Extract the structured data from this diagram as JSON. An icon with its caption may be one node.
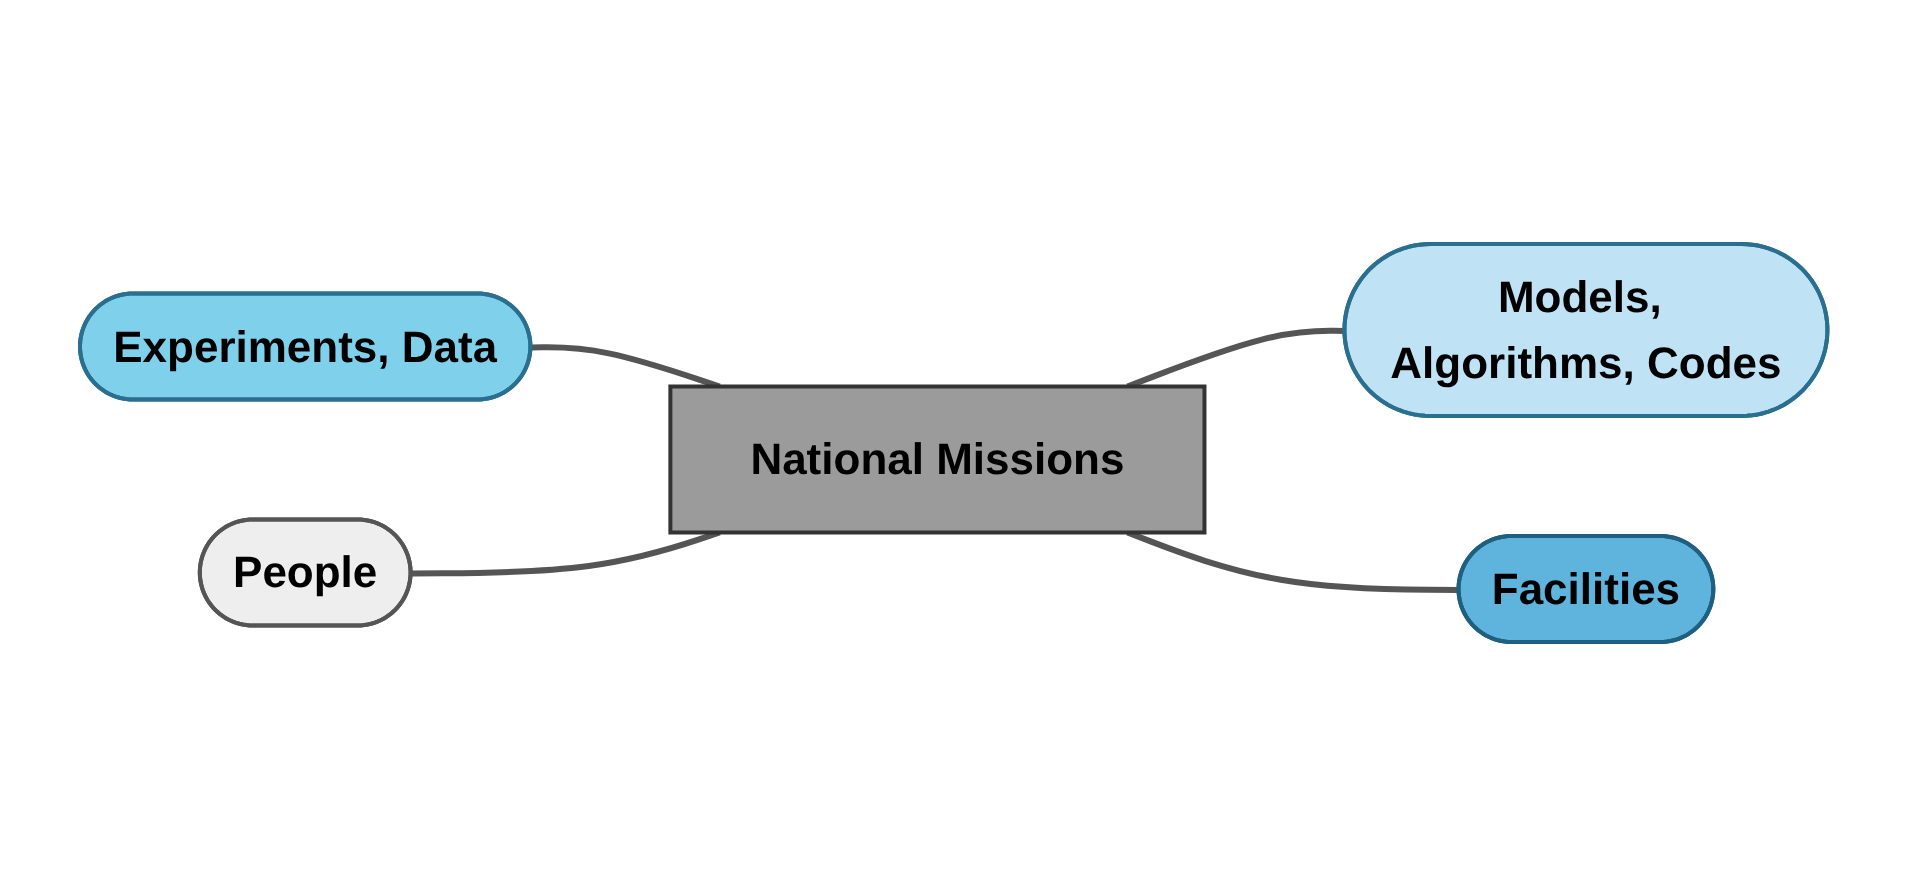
{
  "diagram": {
    "nodes": [
      {
        "text": [
          "Experiments, Data"
        ]
      },
      {
        "text": [
          "Models, Algorithms, Codes"
        ]
      },
      {
        "text": [
          "National Missions"
        ]
      },
      {
        "text": [
          "People"
        ]
      },
      {
        "text": [
          "Facilities"
        ]
      }
    ],
    "edges": [
      {
        "from": 0,
        "to": 2,
        "arrow": "none"
      },
      {
        "from": 2,
        "to": 1,
        "arrow": "none"
      },
      {
        "from": 3,
        "to": 2,
        "arrow": "none"
      },
      {
        "from": 2,
        "to": 4,
        "arrow": "none"
      }
    ]
  }
}
